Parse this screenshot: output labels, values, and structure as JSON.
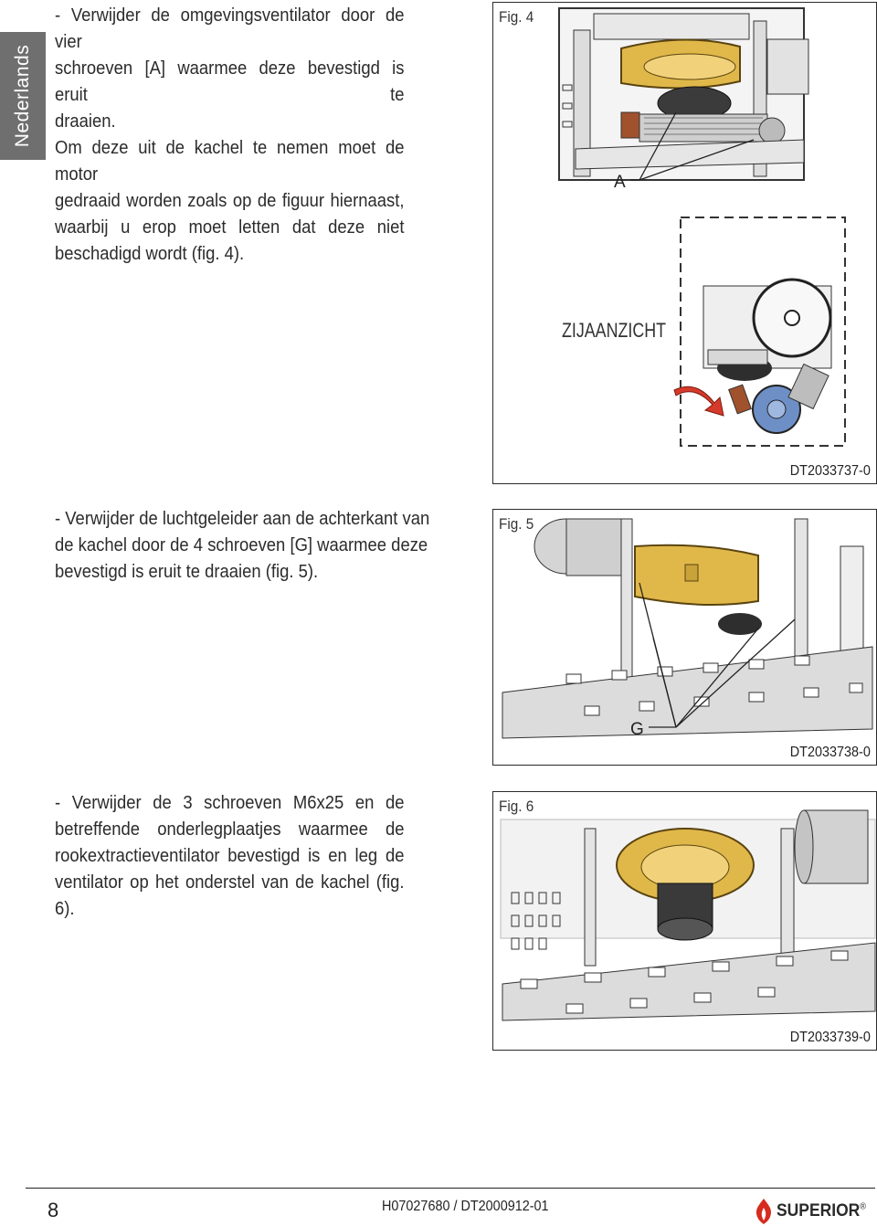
{
  "side_tab": {
    "label": "Nederlands"
  },
  "section1": {
    "lines": [
      "- Verwijder de omgevingsventilator door de vier",
      "schroeven [A] waarmee deze bevestigd is eruit te",
      "draaien.",
      "Om deze uit de kachel te nemen moet de motor",
      "gedraaid worden zoals op de figuur hiernaast,",
      "waarbij u erop moet letten dat deze niet",
      "beschadigd wordt (fig. 4)."
    ]
  },
  "section2": {
    "lines": [
      "- Verwijder de luchtgeleider aan de achterkant van",
      "de kachel door de 4 schroeven [G] waarmee deze",
      "bevestigd is eruit te draaien (fig. 5)."
    ]
  },
  "section3": {
    "lines": [
      "- Verwijder de 3 schroeven M6x25 en de",
      "betreffende onderlegplaatjes waarmee de",
      "rookextractieventilator bevestigd is en leg de",
      "ventilator op het onderstel van de kachel (fig. 6)."
    ]
  },
  "figures": {
    "fig4": {
      "label": "Fig. 4",
      "callout": "A",
      "view_label": "ZIJAANZICHT",
      "code": "DT2033737-0"
    },
    "fig5": {
      "label": "Fig. 5",
      "callout": "G",
      "code": "DT2033738-0"
    },
    "fig6": {
      "label": "Fig. 6",
      "code": "DT2033739-0"
    }
  },
  "footer": {
    "page_number": "8",
    "doc_code": "H07027680 / DT2000912-01",
    "brand": "SUPERIOR",
    "brand_mark": "®"
  },
  "colors": {
    "tab": "#6f6f6f",
    "fan_yellow": "#e0b84a",
    "arrow_red": "#d63a2a",
    "logo_red": "#d62b1f"
  }
}
